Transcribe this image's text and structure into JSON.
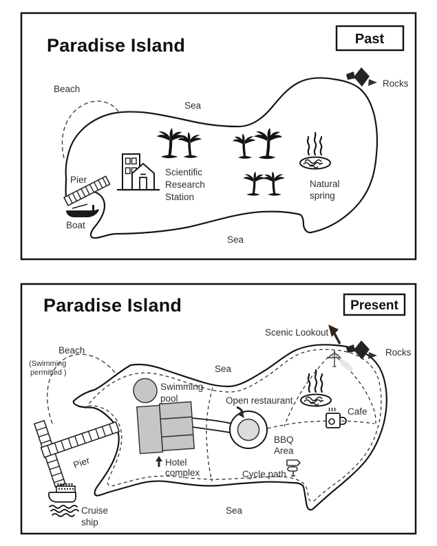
{
  "colors": {
    "ink": "#141414",
    "label": "#2e2e2e",
    "gray_fill": "#c6c6c6",
    "light_gray_fill": "#dcdcdc",
    "shadow_gray": "#e6e6e6",
    "arrow_brown": "#32231c",
    "background": "#ffffff"
  },
  "past_map": {
    "title": "Paradise Island",
    "period_tag": "Past",
    "labels": {
      "beach": "Beach",
      "sea_top": "Sea",
      "sea_bottom": "Sea",
      "rocks": "Rocks",
      "natural_spring": [
        "Natural",
        "spring"
      ],
      "station": [
        "Scientific",
        "Research",
        "Station"
      ],
      "pier": "Pier",
      "boat": "Boat"
    },
    "icons": [
      "palm-trees",
      "research-station-building",
      "natural-spring",
      "rocks",
      "pier-jetty",
      "boat"
    ]
  },
  "present_map": {
    "title": "Paradise Island",
    "period_tag": "Present",
    "labels": {
      "scenic_lookout": "Scenic Lookout",
      "rocks": "Rocks",
      "beach": "Beach",
      "beach_note": [
        "(Swimming",
        "permitted )"
      ],
      "sea_top": "Sea",
      "sea_bottom": "Sea",
      "swimming_pool": [
        "Swimming",
        "pool"
      ],
      "open_restaurant": "Open restaurant",
      "cafe": "Cafe",
      "bbq_area": [
        "BBQ",
        "Area"
      ],
      "hotel_complex": [
        "Hotel",
        "complex"
      ],
      "cycle_path": "Cycle path",
      "pier": "Pier",
      "cruise_ship": [
        "Cruise",
        "ship"
      ]
    },
    "icons": [
      "lookout-pointer-arrow",
      "rocks",
      "beach-umbrella",
      "natural-spring",
      "cafe-mug",
      "swimming-pool",
      "hotel-complex",
      "bbq-ring",
      "restaurant-arrow",
      "up-arrow",
      "cycle-path-signpost",
      "cross-pier-jetty",
      "cruise-ship"
    ]
  }
}
